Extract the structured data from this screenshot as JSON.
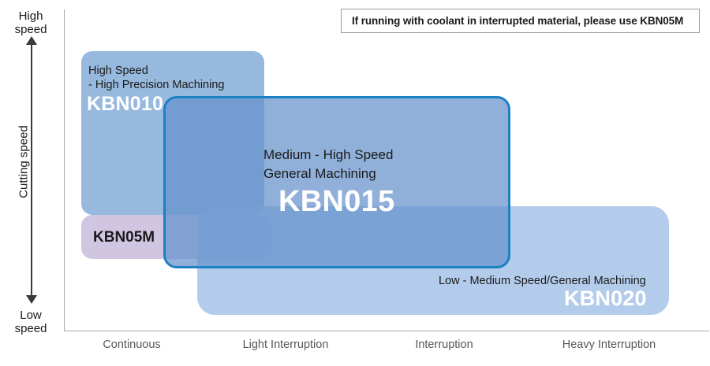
{
  "chart_data": {
    "type": "scatter",
    "title": "",
    "xlabel": "",
    "ylabel": "Cutting speed",
    "axis": {
      "y_high_label": "High\nspeed",
      "y_high_line1": "High",
      "y_high_line2": "speed",
      "y_low_line1": "Low",
      "y_low_line2": "speed",
      "y_title": "Cutting speed",
      "x_ticks": [
        "Continuous",
        "Light Interruption",
        "Interruption",
        "Heavy Interruption"
      ]
    },
    "categories": [
      "Continuous",
      "Light Interruption",
      "Interruption",
      "Heavy Interruption"
    ],
    "regions": [
      {
        "code": "KBN010",
        "desc_line1": "High Speed",
        "desc_line2": "- High Precision Machining",
        "x_range": [
          "Continuous",
          "Light Interruption"
        ],
        "y_range": [
          "medium",
          "high"
        ],
        "color": "#7EA7D6"
      },
      {
        "code": "KBN05M",
        "desc_line1": "",
        "desc_line2": "",
        "x_range": [
          "Continuous",
          "Light Interruption"
        ],
        "y_range": [
          "low-medium",
          "medium"
        ],
        "color": "#BFB0D5"
      },
      {
        "code": "KBN015",
        "desc_line1": "Medium - High Speed",
        "desc_line2": "General Machining",
        "x_range": [
          "Continuous",
          "Interruption"
        ],
        "y_range": [
          "low-medium",
          "high"
        ],
        "color": "#6591CC",
        "border_color": "#1B80C4"
      },
      {
        "code": "KBN020",
        "desc_line1": "Low - Medium Speed/General Machining",
        "desc_line2": "",
        "x_range": [
          "Light Interruption",
          "Heavy Interruption"
        ],
        "y_range": [
          "low",
          "medium"
        ],
        "color": "#9FBEE5"
      }
    ]
  },
  "note": {
    "text": "If running with coolant in interrupted material, please use KBN05M"
  },
  "colors": {
    "axis": "#A9A9A9",
    "tick_text": "#54585C",
    "body_text": "#1A1A1A",
    "kbn010": "#7EA7D6",
    "kbn05m": "#BFB0D5",
    "kbn015": "#6591CC",
    "kbn015_border": "#1B80C4",
    "kbn020": "#9FBEE5"
  }
}
